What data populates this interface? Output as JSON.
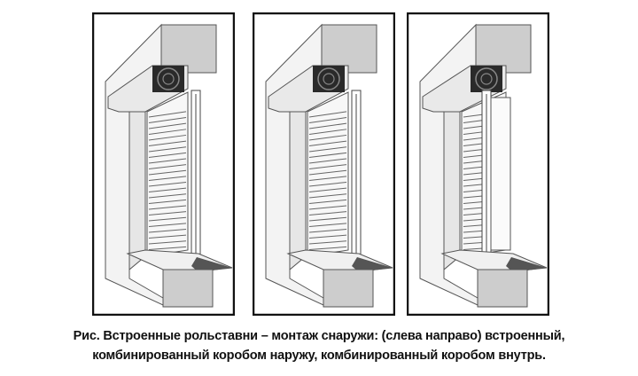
{
  "figure": {
    "panels": [
      {
        "variant": "built-in"
      },
      {
        "variant": "combined-box-outside"
      },
      {
        "variant": "combined-box-inside"
      }
    ],
    "colors": {
      "frame": "#111111",
      "box": "#cdcdcd",
      "wall": "#f3f3f3",
      "sill": "#555555",
      "drum": "#2a2a2a"
    }
  },
  "caption": {
    "line1": "Рис. Встроенные рольставни – монтаж снаружи: (слева направо) встроенный,",
    "line2": "комбинированный коробом наружу, комбинированный коробом внутрь."
  }
}
